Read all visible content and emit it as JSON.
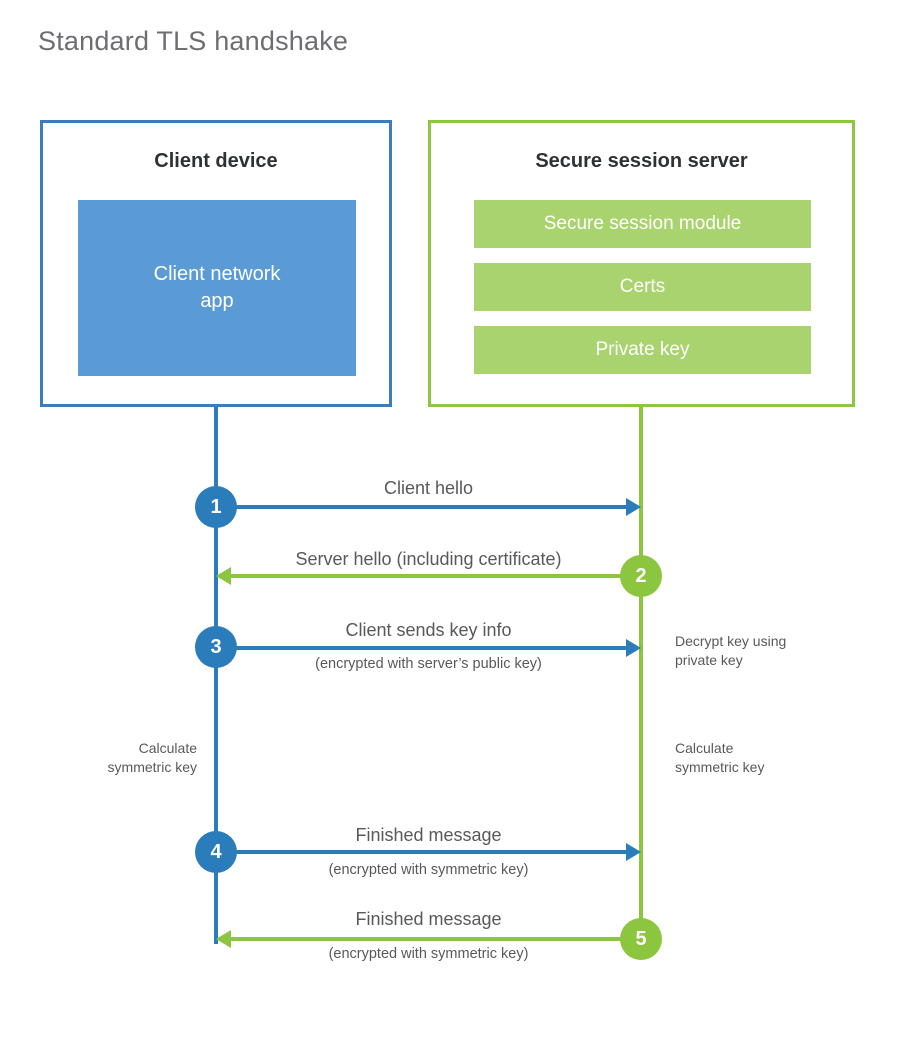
{
  "diagram": {
    "title": "Standard TLS handshake",
    "colors": {
      "client_accent": "#2b7cba",
      "client_border": "#3a7cbe",
      "client_fill": "#5b9bd5",
      "server_accent": "#8cc63e",
      "server_border": "#8dc63f",
      "server_fill": "#a9d36e",
      "text": "#58595b",
      "heading": "#2f3234",
      "title": "#6d6e71",
      "background": "#ffffff"
    },
    "client": {
      "title": "Client device",
      "app_label": "Client network\napp",
      "app_label_line1": "Client network",
      "app_label_line2": "app"
    },
    "server": {
      "title": "Secure session server",
      "blocks": [
        {
          "label": "Secure session module"
        },
        {
          "label": "Certs"
        },
        {
          "label": "Private key"
        }
      ]
    },
    "steps": [
      {
        "number": "1",
        "label": "Client hello",
        "sublabel": "",
        "direction": "client-to-server",
        "side": "client"
      },
      {
        "number": "2",
        "label": "Server hello (including certificate)",
        "sublabel": "",
        "direction": "server-to-client",
        "side": "server"
      },
      {
        "number": "3",
        "label": "Client sends key info",
        "sublabel": "(encrypted with server’s public key)",
        "direction": "client-to-server",
        "side": "client"
      },
      {
        "number": "4",
        "label": "Finished message",
        "sublabel": "(encrypted with symmetric key)",
        "direction": "client-to-server",
        "side": "client"
      },
      {
        "number": "5",
        "label": "Finished message",
        "sublabel": "(encrypted with symmetric key)",
        "direction": "server-to-client",
        "side": "server"
      }
    ],
    "annotations": {
      "decrypt_note_line1": "Decrypt key using",
      "decrypt_note_line2": "private key",
      "client_calc_line1": "Calculate",
      "client_calc_line2": "symmetric key",
      "server_calc_line1": "Calculate",
      "server_calc_line2": "symmetric key"
    }
  }
}
